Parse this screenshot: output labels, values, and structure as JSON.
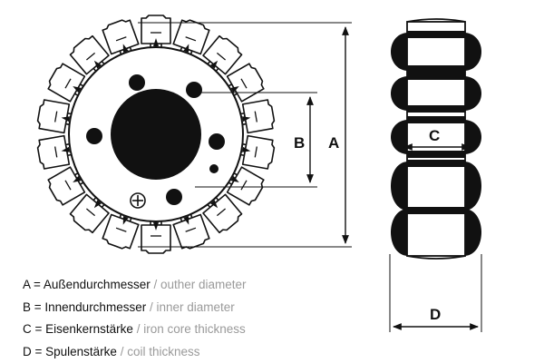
{
  "dimension_labels": {
    "a": "A",
    "b": "B",
    "c": "C",
    "d": "D"
  },
  "legend": [
    {
      "german": "A = Außendurchmesser",
      "separator": " / ",
      "english": "outher diameter"
    },
    {
      "german": "B = Innendurchmesser",
      "separator": " / ",
      "english": "inner diameter"
    },
    {
      "german": "C = Eisenkernstärke",
      "separator": " / ",
      "english": "iron core thickness"
    },
    {
      "german": "D = Spulenstärke",
      "separator": " / ",
      "english": "coil thickness"
    }
  ],
  "colors": {
    "ink": "#111111",
    "english_text": "#9a9a9a",
    "background": "#ffffff"
  }
}
